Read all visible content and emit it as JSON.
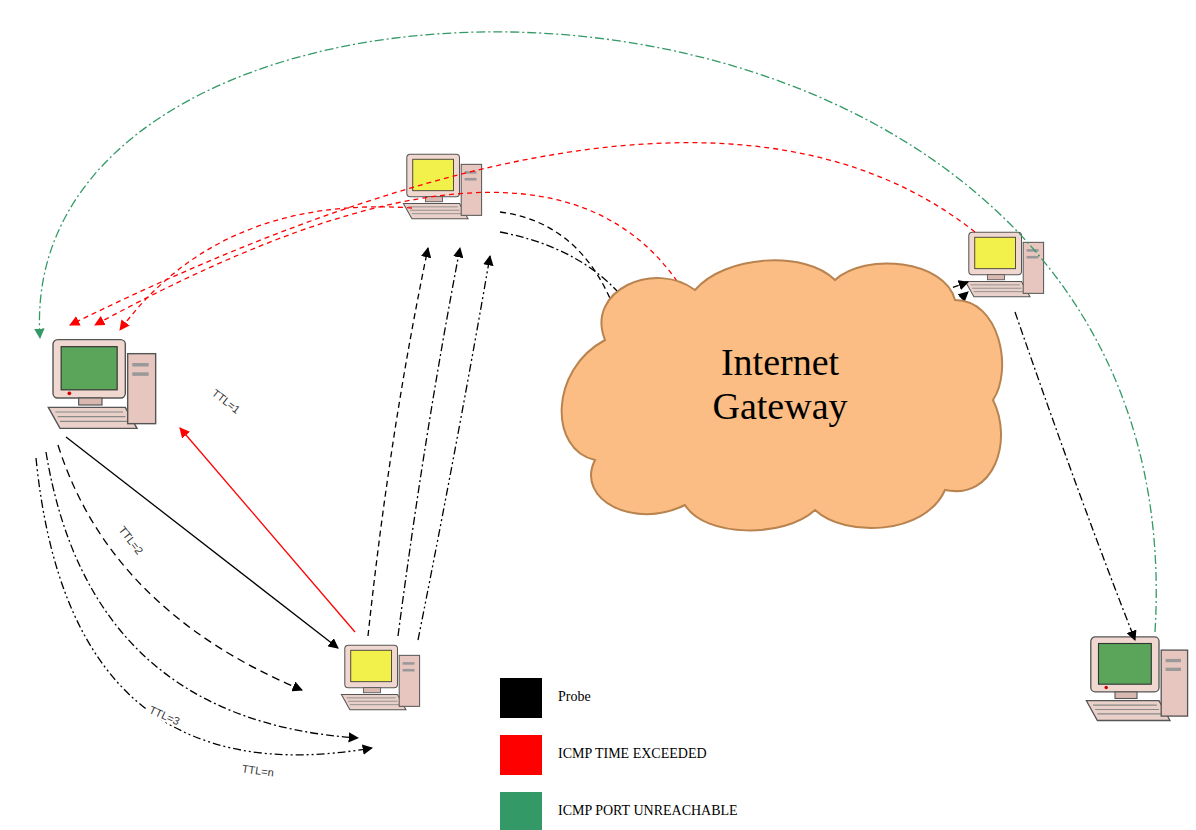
{
  "diagram": {
    "nodes": [
      {
        "text": [
          "Internet Gateway"
        ]
      }
    ],
    "labels": [
      "TTL=1",
      "TTL=2",
      "TTL=3",
      "TTL=n"
    ],
    "legend": [
      {
        "text": "Probe",
        "color": "#000000"
      },
      {
        "text": "ICMP TIME EXCEEDED",
        "color": "#ff0000"
      },
      {
        "text": "ICMP PORT UNREACHABLE",
        "color": "#339966"
      }
    ]
  }
}
